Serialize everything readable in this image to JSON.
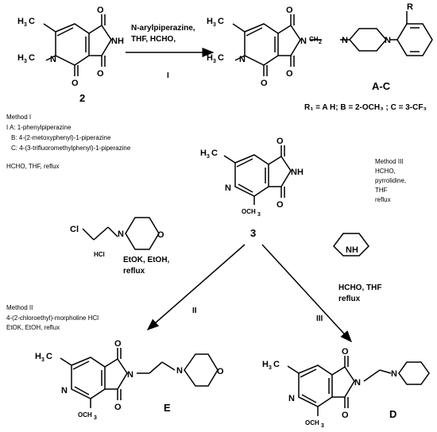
{
  "compounds": {
    "c2": {
      "label": "2"
    },
    "c3": {
      "label": "3"
    },
    "cAC": {
      "label": "A-C"
    },
    "cE": {
      "label": "E"
    },
    "cD": {
      "label": "D"
    }
  },
  "atoms": {
    "H3C": "H",
    "sub3": "3",
    "C": "C",
    "N": "N",
    "NH": "NH",
    "O": "O",
    "OCH3": "OCH",
    "CH2": "CH",
    "sub2": "2",
    "R": "R",
    "Cl": "Cl",
    "HCl": "HCl",
    "H": "H"
  },
  "reaction_I": {
    "reagent_line1": "N-arylpiperazine,",
    "reagent_line2": "THF, HCHO,",
    "step": "I"
  },
  "substituents": "R₁ = A H; B = 2-OCH₃ ; C = 3-CF₃",
  "method_I": {
    "title": "Method I",
    "a": "I A: 1-phenylpiperazine",
    "b": "B: 4-(2-metoxyphenyl)-1-piperazine",
    "c": "C: 4-(3-trifluoromethylphenyl)-1-piperazine",
    "conditions": "HCHO, THF, reflux"
  },
  "method_III": {
    "title": "Method III",
    "line1": "HCHO,",
    "line2": "pyrrolidine,",
    "line3": "THF",
    "line4": "reflux"
  },
  "morpholine_reagent": {
    "cond1": "EtOK, EtOH,",
    "cond2": "reflux"
  },
  "pyrrolidine_reagent": {
    "cond1": "HCHO, THF",
    "cond2": "reflux"
  },
  "method_II": {
    "title": "Method II",
    "line1": "4-(2-chloroethyl)-morpholine HCl",
    "line2": "EtOK, EtOH, reflux"
  },
  "steps": {
    "II": "II",
    "III": "III"
  }
}
